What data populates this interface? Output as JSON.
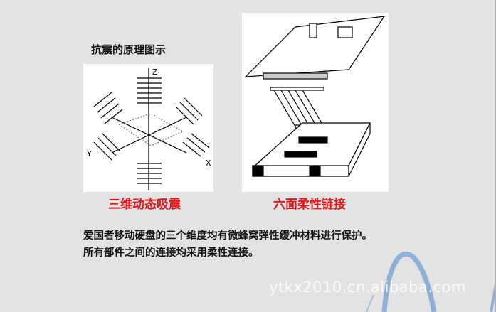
{
  "title": "抗震的原理图示",
  "figures": [
    {
      "caption": "三维动态吸震",
      "axis_labels": [
        "Z",
        "Y",
        "X"
      ]
    },
    {
      "caption": "六面柔性链接"
    }
  ],
  "body_lines": [
    "爱国者移动硬盘的三个维度均有微蜂窝弹性缓冲材料进行保护。",
    "所有部件之间的连接均采用柔性连接。"
  ],
  "watermark": "ytkx2010.cn.alibaba.com",
  "colors": {
    "caption": "#e0141a",
    "background": "#e3e3e3",
    "swoosh": "#8fb0d6"
  }
}
